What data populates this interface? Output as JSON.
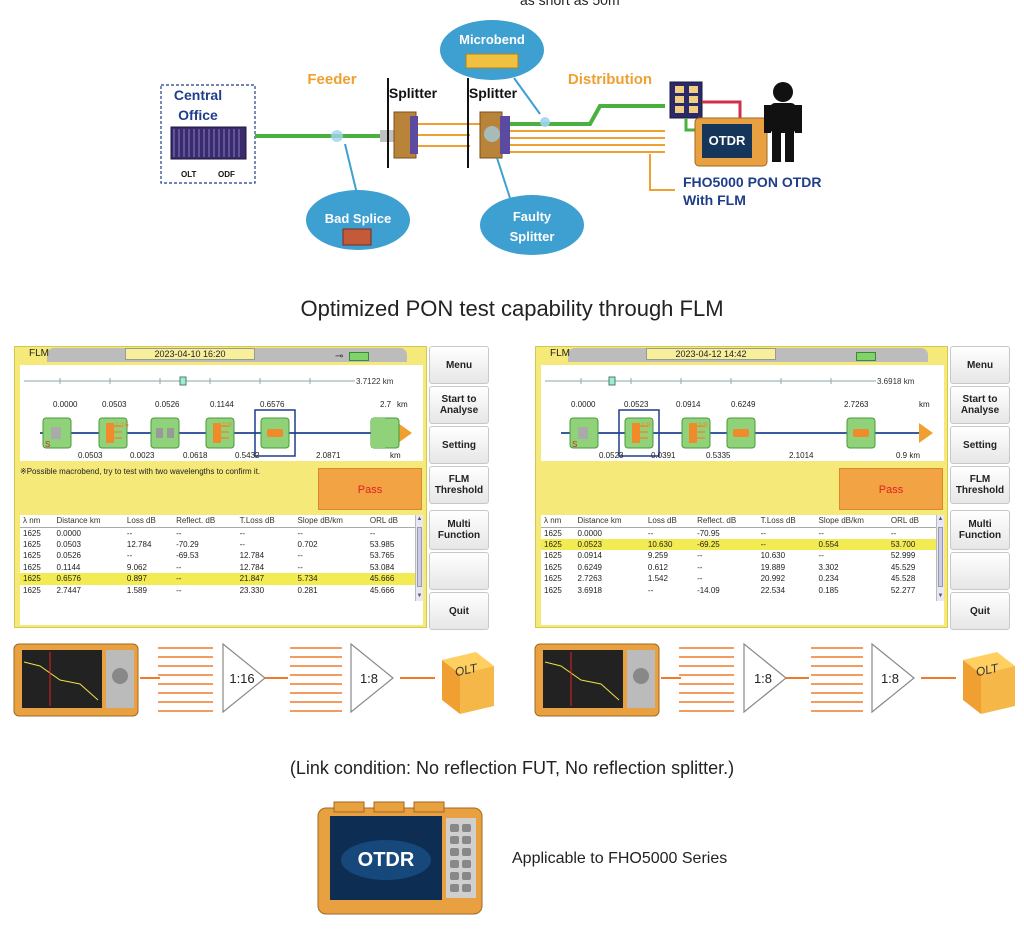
{
  "header_cut_text": "as short as 50m",
  "diagram": {
    "central_office": "Central Office",
    "olt": "OLT",
    "odf": "ODF",
    "feeder": "Feeder",
    "splitter1": "Splitter",
    "splitter2": "Splitter",
    "distribution": "Distribution",
    "microbend": "Microbend",
    "bad_splice": "Bad Splice",
    "faulty_splitter": [
      "Faulty",
      "Splitter"
    ],
    "otdr_title": [
      "FHO5000 PON OTDR",
      "With FLM"
    ],
    "otdr_screen": "OTDR",
    "colors": {
      "orange": "#f0a030",
      "green": "#4ab040",
      "bubble": "#3e9fd1",
      "navy": "#1f3e8a"
    }
  },
  "section_title": "Optimized PON test capability through FLM",
  "panels": [
    {
      "title": "FLM",
      "date": "2023-04-10 16:20",
      "show_plug": true,
      "overview_end": "3.7122 km",
      "top_distances": [
        "0.0000",
        "0.0503",
        "0.0526",
        "0.1144",
        "0.6576",
        "2.7"
      ],
      "km_unit": "km",
      "events": [
        {
          "icon": "source",
          "label": ""
        },
        {
          "icon": "splitter",
          "label": "1:16"
        },
        {
          "icon": "connector",
          "label": ""
        },
        {
          "icon": "splitter",
          "label": "1:8"
        },
        {
          "icon": "bend",
          "label": "",
          "selected": true
        },
        {
          "icon": "end",
          "label": ""
        }
      ],
      "source_letter": "S",
      "bottom_distances": [
        "0.0503",
        "0.0023",
        "0.0618",
        "0.5432",
        "2.0871"
      ],
      "bottom_unit": "km",
      "message": "※Possible macrobend, try to test with two wavelengths to confirm it.",
      "result": "Pass",
      "columns": [
        "λ nm",
        "Distance km",
        "Loss dB",
        "Reflect. dB",
        "T.Loss dB",
        "Slope dB/km",
        "ORL dB"
      ],
      "rows": [
        [
          "1625",
          "0.0000",
          "--",
          "--",
          "--",
          "--",
          "--"
        ],
        [
          "1625",
          "0.0503",
          "12.784",
          "-70.29",
          "--",
          "0.702",
          "53.985"
        ],
        [
          "1625",
          "0.0526",
          "--",
          "-69.53",
          "12.784",
          "--",
          "53.765"
        ],
        [
          "1625",
          "0.1144",
          "9.062",
          "--",
          "12.784",
          "--",
          "53.084"
        ],
        [
          "1625",
          "0.6576",
          "0.897",
          "--",
          "21.847",
          "5.734",
          "45.666"
        ],
        [
          "1625",
          "2.7447",
          "1.589",
          "--",
          "23.330",
          "0.281",
          "45.666"
        ]
      ],
      "highlight_row": 4,
      "menu": [
        "Menu",
        "Start to Analyse",
        "Setting",
        "FLM Threshold",
        "Multi Function",
        "",
        "Quit"
      ],
      "strip": {
        "split1": "1:16",
        "split2": "1:8",
        "olt": "OLT"
      }
    },
    {
      "title": "FLM",
      "date": "2023-04-12 14:42",
      "show_plug": false,
      "overview_end": "3.6918 km",
      "top_distances": [
        "0.0000",
        "0.0523",
        "0.0914",
        "0.6249",
        "2.7263"
      ],
      "km_unit": "km",
      "events": [
        {
          "icon": "source",
          "label": ""
        },
        {
          "icon": "splitter",
          "label": "1:8",
          "selected": true
        },
        {
          "icon": "splitter",
          "label": "1:8"
        },
        {
          "icon": "bend",
          "label": ""
        },
        {
          "icon": "bend",
          "label": ""
        }
      ],
      "source_letter": "S",
      "bottom_distances": [
        "0.0523",
        "0.0391",
        "0.5335",
        "2.1014"
      ],
      "bottom_unit": "0.9 km",
      "message": "",
      "result": "Pass",
      "columns": [
        "λ nm",
        "Distance km",
        "Loss dB",
        "Reflect. dB",
        "T.Loss dB",
        "Slope dB/km",
        "ORL dB"
      ],
      "rows": [
        [
          "1625",
          "0.0000",
          "--",
          "-70.95",
          "--",
          "--",
          "--"
        ],
        [
          "1625",
          "0.0523",
          "10.630",
          "-69.25",
          "--",
          "0.554",
          "53.700"
        ],
        [
          "1625",
          "0.0914",
          "9.259",
          "--",
          "10.630",
          "--",
          "52.999"
        ],
        [
          "1625",
          "0.6249",
          "0.612",
          "--",
          "19.889",
          "3.302",
          "45.529"
        ],
        [
          "1625",
          "2.7263",
          "1.542",
          "--",
          "20.992",
          "0.234",
          "45.528"
        ],
        [
          "1625",
          "3.6918",
          "--",
          "-14.09",
          "22.534",
          "0.185",
          "52.277"
        ]
      ],
      "highlight_row": 1,
      "menu": [
        "Menu",
        "Start to Analyse",
        "Setting",
        "FLM Threshold",
        "Multi Function",
        "",
        "Quit"
      ],
      "strip": {
        "split1": "1:8",
        "split2": "1:8",
        "olt": "OLT"
      }
    }
  ],
  "caption": "(Link condition: No reflection FUT, No reflection splitter.)",
  "device_screen": "OTDR",
  "applicable": "Applicable to FHO5000 Series"
}
